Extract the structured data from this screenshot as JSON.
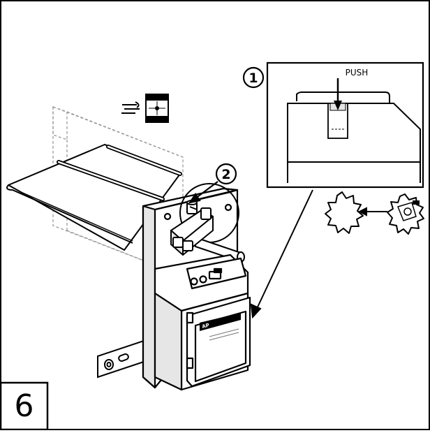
{
  "step": {
    "number": "6"
  },
  "callouts": {
    "one": "1",
    "two": "2",
    "push": "PUSH"
  },
  "colors": {
    "ink": "#000000",
    "paper": "#ffffff",
    "shade": "#e6e6e6",
    "dashed": "#9a9a9a"
  },
  "icons": {
    "airflow": "airflow-direction-icon",
    "gear_bad": "jagged-gear-icon",
    "gear_good": "gear-with-tab-icon"
  }
}
